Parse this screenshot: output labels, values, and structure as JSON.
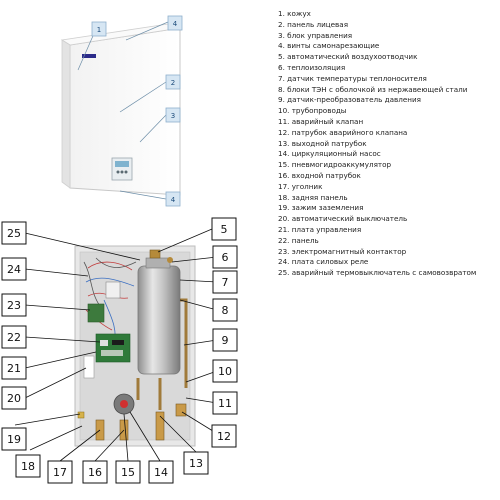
{
  "callouts_top": [
    "1",
    "4",
    "2",
    "3",
    "4"
  ],
  "callouts_main": [
    "25",
    "24",
    "23",
    "22",
    "21",
    "20",
    "19",
    "18",
    "17",
    "16",
    "15",
    "14",
    "13",
    "12",
    "11",
    "10",
    "9",
    "8",
    "7",
    "6",
    "5"
  ],
  "legend": [
    "1. кожух",
    "2. панель лицевая",
    "3. блок управления",
    "4. винты самонарезающие",
    "5. автоматический воздухоотводчик",
    "6. теплоизоляция",
    "7. датчик температуры теплоносителя",
    "8. блоки ТЭН с оболочкой из нержавеющей стали",
    "9. датчик-преобразователь давления",
    "10. трубопроводы",
    "11. аварийный клапан",
    "12. патрубок аварийного клапана",
    "13. выходной патрубок",
    "14. циркуляционный насос",
    "15. пневмогидроаккумулятор",
    "16. входной патрубок",
    "17. уголник",
    "18. задняя панель",
    "19. зажим заземления",
    "20. автоматический выключатель",
    "21. плата управления",
    "22. панель",
    "23. электромагнитный контактор",
    "24. плата силовых реле",
    "25. аварийный термовыключатель с самовозвратом"
  ]
}
